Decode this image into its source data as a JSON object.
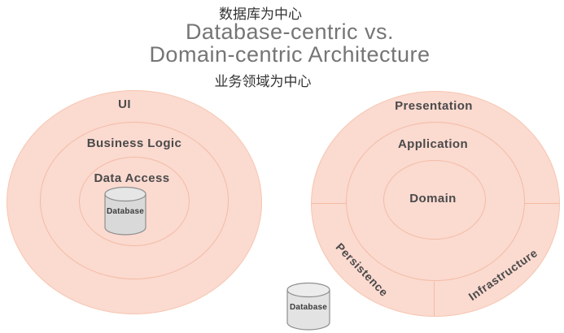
{
  "header": {
    "caption_top": "数据库为中心",
    "title_line1": "Database-centric vs.",
    "title_line2": "Domain-centric Architecture",
    "caption_bottom": "业务领域为中心"
  },
  "left_diagram": {
    "name": "Database-centric",
    "rings": [
      {
        "label": "UI"
      },
      {
        "label": "Business Logic"
      },
      {
        "label": "Data Access"
      }
    ],
    "center": {
      "label": "Database"
    }
  },
  "right_diagram": {
    "name": "Domain-centric",
    "rings": [
      {
        "label": "Presentation"
      },
      {
        "label": "Application"
      },
      {
        "label": "Domain"
      }
    ],
    "outer_segments": [
      {
        "label": "Persistence"
      },
      {
        "label": "Infrastructure"
      }
    ],
    "external_database": {
      "label": "Database"
    }
  },
  "colors": {
    "circle_fill": "#fbdad0",
    "ring_line": "#f2bca4",
    "outer_edge": "#f6c6b0",
    "ring_label_text": "#4a4a4a",
    "title_text": "#757575",
    "caption_text": "#333333",
    "cylinder_fill": "#d9d9d9",
    "cylinder_top_fill": "#e6e6e6",
    "cylinder_stroke": "#8f8f8f",
    "background": "#ffffff"
  }
}
